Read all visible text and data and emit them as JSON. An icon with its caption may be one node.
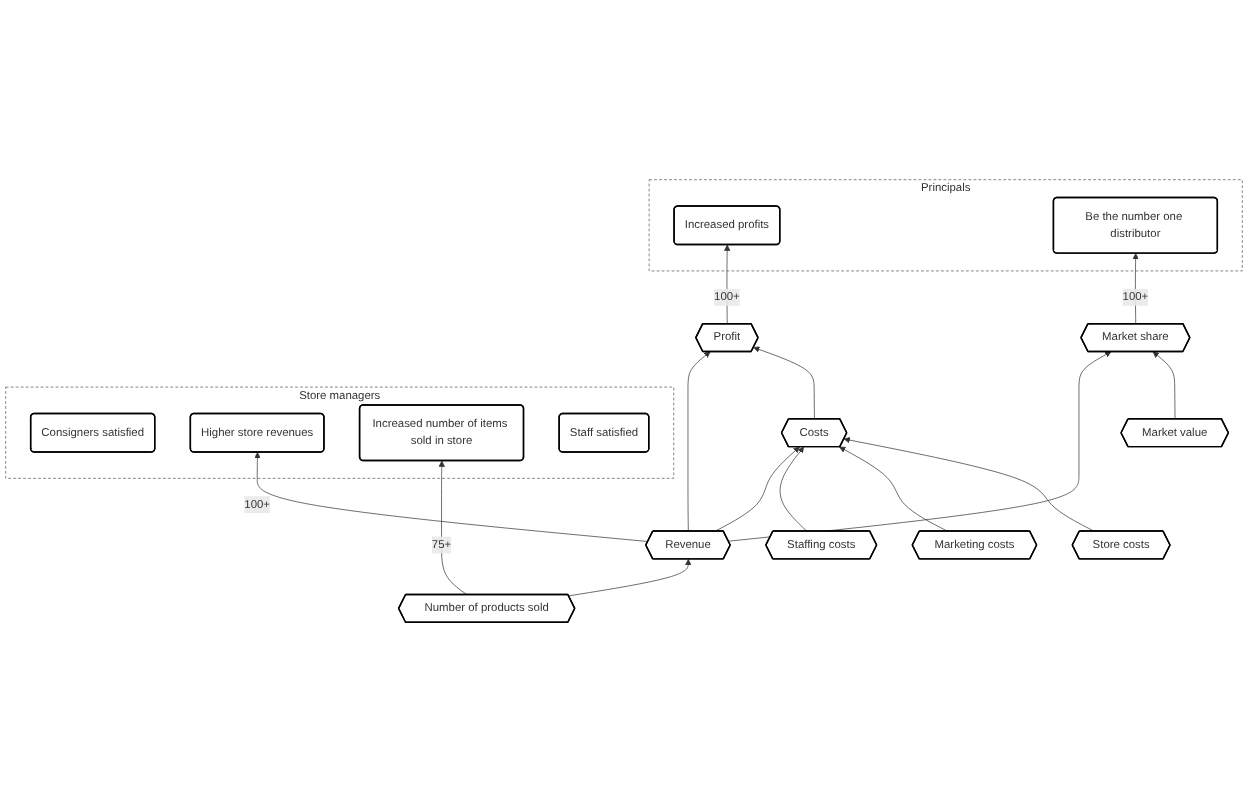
{
  "diagram": {
    "nodes": [
      {
        "text": [
          "Store managers"
        ]
      },
      {
        "text": [
          "Consigners satisfied"
        ],
        "in": 0
      },
      {
        "text": [
          "Higher store revenues"
        ],
        "in": 0
      },
      {
        "text": [
          "Increased number of items sold in store"
        ],
        "in": 0
      },
      {
        "text": [
          "Staff satisfied"
        ],
        "in": 0
      },
      {
        "text": [
          "Principals"
        ]
      },
      {
        "text": [
          "Increased profits"
        ],
        "in": 5
      },
      {
        "text": [
          "Be the number one distributor"
        ],
        "in": 5
      },
      {
        "text": [
          "Profit"
        ]
      },
      {
        "text": [
          "Market share"
        ]
      },
      {
        "text": [
          "Revenue"
        ]
      },
      {
        "text": [
          "Costs"
        ]
      },
      {
        "text": [
          "Market value"
        ]
      },
      {
        "text": [
          "Number of products sold"
        ]
      },
      {
        "text": [
          "Staffing costs"
        ]
      },
      {
        "text": [
          "Marketing costs"
        ]
      },
      {
        "text": [
          "Store costs"
        ]
      }
    ],
    "edges": [
      {
        "from": 13,
        "to": 3,
        "arrow": "to",
        "label": "75+"
      },
      {
        "from": 13,
        "to": 10,
        "arrow": "to"
      },
      {
        "from": 10,
        "to": 2,
        "arrow": "to",
        "label": "100+"
      },
      {
        "from": 10,
        "to": 8,
        "arrow": "to"
      },
      {
        "from": 10,
        "to": 11,
        "arrow": "to"
      },
      {
        "from": 10,
        "to": 9,
        "arrow": "to"
      },
      {
        "from": 11,
        "to": 8,
        "arrow": "to"
      },
      {
        "from": 8,
        "to": 6,
        "arrow": "to",
        "label": "100+"
      },
      {
        "from": 9,
        "to": 7,
        "arrow": "to",
        "label": "100+"
      },
      {
        "from": 12,
        "to": 9,
        "arrow": "to"
      },
      {
        "from": 14,
        "to": 11,
        "arrow": "to"
      },
      {
        "from": 15,
        "to": 11,
        "arrow": "to"
      },
      {
        "from": 16,
        "to": 11,
        "arrow": "to"
      }
    ]
  }
}
